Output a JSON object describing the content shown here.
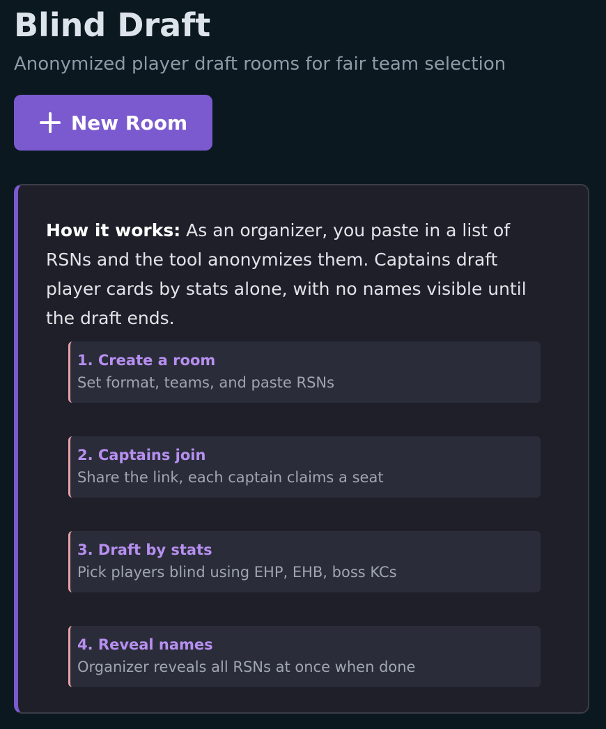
{
  "header": {
    "title": "Blind Draft",
    "subtitle": "Anonymized player draft rooms for fair team selection"
  },
  "actions": {
    "new_room_label": "New Room",
    "new_room_icon": "plus-icon"
  },
  "how_it_works": {
    "label": "How it works:",
    "text": " As an organizer, you paste in a list of RSNs and the tool anonymizes them. Captains draft player cards by stats alone, with no names visible until the draft ends.",
    "steps": [
      {
        "title": "1. Create a room",
        "description": "Set format, teams, and paste RSNs"
      },
      {
        "title": "2. Captains join",
        "description": "Share the link, each captain claims a seat"
      },
      {
        "title": "3. Draft by stats",
        "description": "Pick players blind using EHP, EHB, boss KCs"
      },
      {
        "title": "4. Reveal names",
        "description": "Organizer reveals all RSNs at once when done"
      }
    ]
  },
  "colors": {
    "background": "#0b1820",
    "accent": "#7b59cf",
    "card": "#1e1f29",
    "step_title": "#b78ff0",
    "step_border": "#e8a0a5"
  }
}
